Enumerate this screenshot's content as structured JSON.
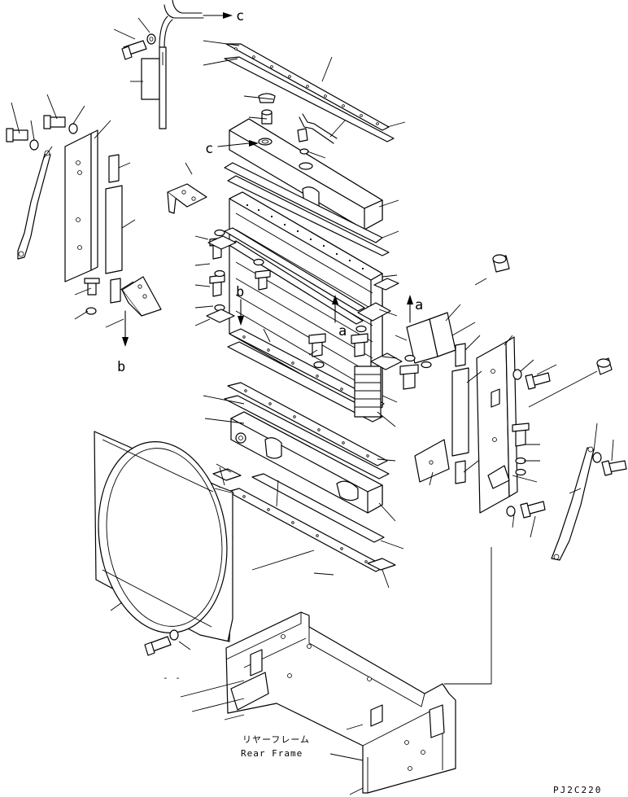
{
  "diagram": {
    "reference_letters": [
      "c",
      "c",
      "b",
      "b",
      "a",
      "a"
    ],
    "caption_jp": "リヤーフレーム",
    "caption_en": "Rear Frame",
    "drawing_code": "PJ2C220",
    "dash_mark": "- -"
  }
}
